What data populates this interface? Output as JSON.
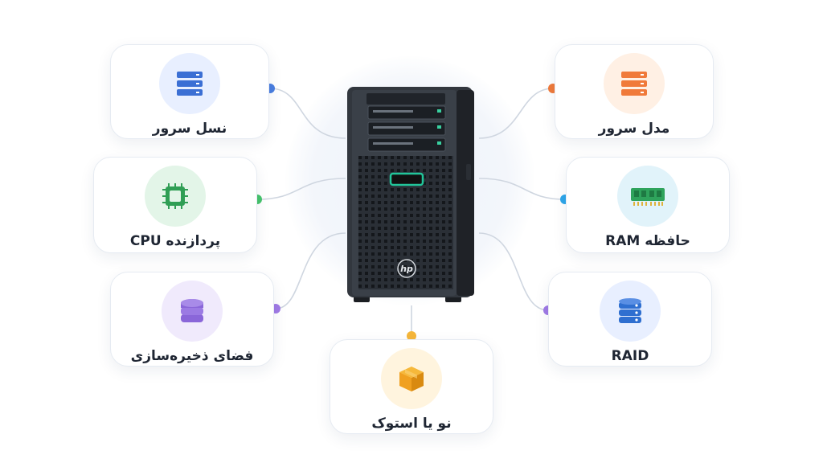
{
  "nodes": [
    {
      "id": "server-gen",
      "label": "نسل سرور",
      "icon": "server-rack-icon",
      "color": "#3b6fd4",
      "bg": "#e8efff"
    },
    {
      "id": "server-model",
      "label": "مدل سرور",
      "icon": "server-rack-icon",
      "color": "#f07a3a",
      "bg": "#fff0e4"
    },
    {
      "id": "cpu",
      "label": "پردازنده CPU",
      "icon": "cpu-chip-icon",
      "color": "#2f9e54",
      "bg": "#e3f5e8"
    },
    {
      "id": "ram",
      "label": "حافظه RAM",
      "icon": "ram-module-icon",
      "color": "#2fa35c",
      "bg": "#e1f3fa"
    },
    {
      "id": "storage",
      "label": "فضای ذخیره‌سازی",
      "icon": "database-icon",
      "color": "#8a66d9",
      "bg": "#f0eafc"
    },
    {
      "id": "raid",
      "label": "RAID",
      "icon": "database-icon",
      "color": "#2f6fd0",
      "bg": "#e8efff"
    },
    {
      "id": "condition",
      "label": "نو یا استوک",
      "icon": "box-icon",
      "color": "#f0a020",
      "bg": "#fff4de"
    }
  ],
  "center": {
    "brand": "hp",
    "icon": "tower-server-icon"
  },
  "colors": {
    "gen": "#4a7ee0",
    "model": "#f07a3a",
    "cpu": "#46c46c",
    "ram": "#2ea6ea",
    "storage": "#a07ae6",
    "raid": "#a07ae6",
    "condition": "#f5b63a"
  }
}
